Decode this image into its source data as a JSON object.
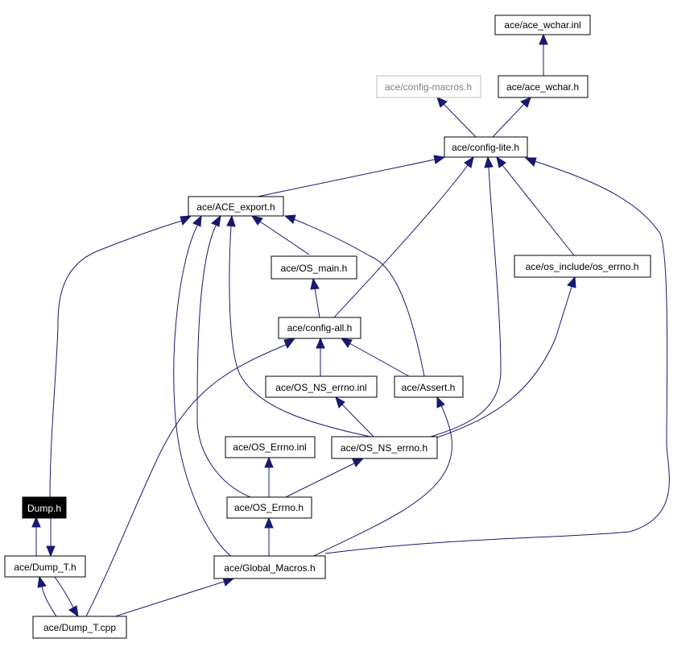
{
  "nodes": {
    "ace_wchar_inl": "ace/ace_wchar.inl",
    "config_macros": "ace/config-macros.h",
    "ace_wchar_h": "ace/ace_wchar.h",
    "config_lite": "ace/config-lite.h",
    "ace_export": "ace/ACE_export.h",
    "os_main": "ace/OS_main.h",
    "os_include_errno": "ace/os_include/os_errno.h",
    "config_all": "ace/config-all.h",
    "os_ns_errno_inl": "ace/OS_NS_errno.inl",
    "assert_h": "ace/Assert.h",
    "os_errno_inl": "ace/OS_Errno.inl",
    "os_ns_errno_h": "ace/OS_NS_errno.h",
    "dump_h": "Dump.h",
    "os_errno_h": "ace/OS_Errno.h",
    "dump_t_h": "ace/Dump_T.h",
    "global_macros": "ace/Global_Macros.h",
    "dump_t_cpp": "ace/Dump_T.cpp"
  },
  "colors": {
    "edge": "#191970",
    "node_border": "#000000",
    "node_border_external": "#bfbfbf",
    "node_text_external": "#7f7f7f",
    "highlight_fill": "#000000",
    "highlight_text": "#ffffff"
  }
}
